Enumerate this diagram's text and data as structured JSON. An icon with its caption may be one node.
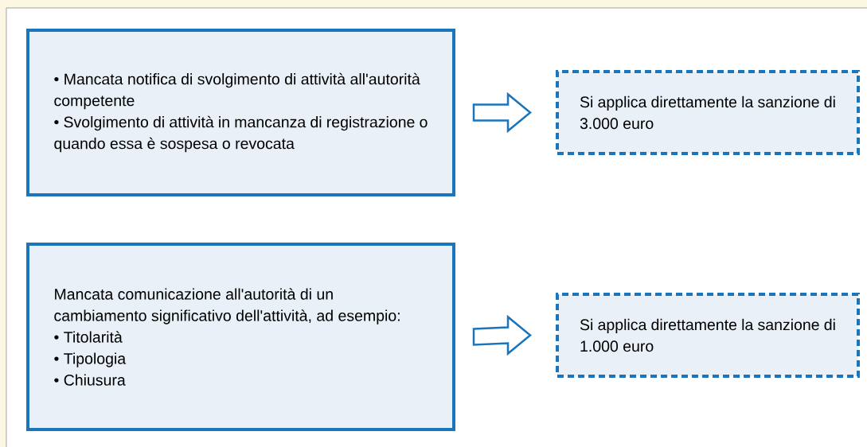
{
  "diagram": {
    "nodes": [
      {
        "text": [
          "• Mancata notifica di svolgimento di attività all'autorità competente",
          "• Svolgimento di attività in mancanza di registrazione o quando essa è sospesa o revocata"
        ]
      },
      {
        "text": [
          "Si applica direttamente la sanzione di 3.000 euro"
        ]
      },
      {
        "text": [
          "Mancata comunicazione all'autorità di un cambiamento significativo dell'attività, ad esempio:",
          "• Titolarità",
          "• Tipologia",
          "• Chiusura"
        ]
      },
      {
        "text": [
          "Si applica direttamente la sanzione di 1.000 euro"
        ]
      }
    ],
    "edges": [
      {
        "from": 0,
        "to": 1,
        "arrow": "to"
      },
      {
        "from": 2,
        "to": 3,
        "arrow": "to"
      }
    ]
  }
}
